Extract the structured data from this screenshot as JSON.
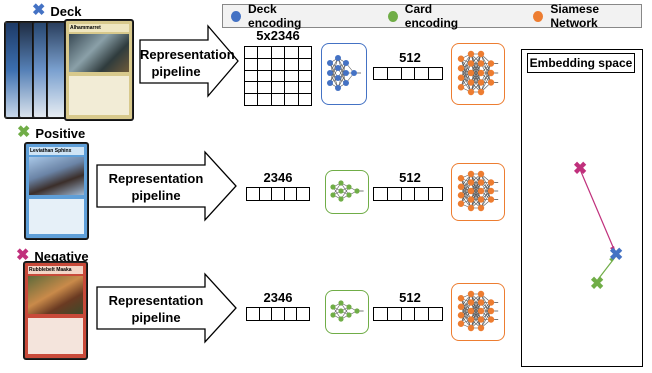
{
  "legend": {
    "items": [
      {
        "label": "Deck encoding",
        "color": "#4472c4"
      },
      {
        "label": "Card encoding",
        "color": "#70ad47"
      },
      {
        "label": "Siamese Network",
        "color": "#ed7d31"
      }
    ]
  },
  "rows": {
    "deck": {
      "label": "Deck",
      "mark_color": "#4472c4",
      "pipeline_line1": "Representation",
      "pipeline_line2": "pipeline",
      "dim": "5x2346",
      "out_dim": "512"
    },
    "positive": {
      "label": "Positive",
      "mark_color": "#70ad47",
      "pipeline_line1": "Representation",
      "pipeline_line2": "pipeline",
      "dim": "2346",
      "out_dim": "512"
    },
    "negative": {
      "label": "Negative",
      "mark_color": "#c0307c",
      "pipeline_line1": "Representation",
      "pipeline_line2": "pipeline",
      "dim": "2346",
      "out_dim": "512"
    }
  },
  "cards": {
    "deck_top_name": "Alhammarret",
    "positive_name": "Leviathan Sphinx",
    "negative_name": "Rubblebelt Maaka"
  },
  "embedding": {
    "title": "Embedding space",
    "colors": {
      "anchor": "#4472c4",
      "positive": "#70ad47",
      "negative": "#c0307c"
    }
  },
  "mark_glyph": "✖"
}
